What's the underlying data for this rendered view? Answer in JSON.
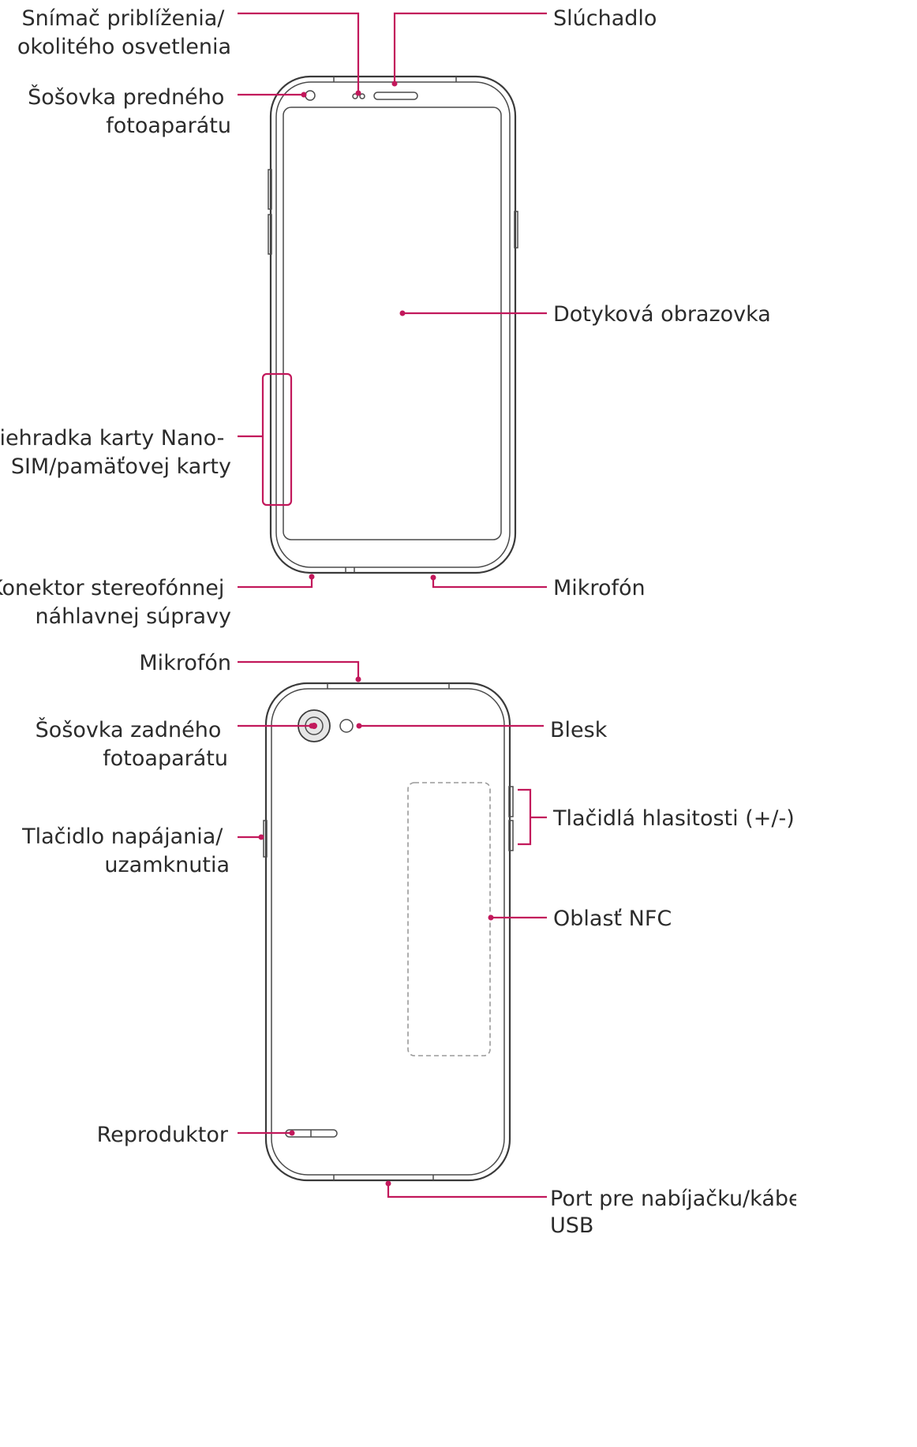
{
  "accent_color": "#c2185b",
  "front_view": {
    "proximity_sensor": [
      "Snímač priblíženia/",
      "okolitého osvetlenia"
    ],
    "front_camera": [
      "Šošovka predného",
      "fotoaparátu"
    ],
    "earpiece": "Slúchadlo",
    "touchscreen": "Dotyková obrazovka",
    "sim_tray": [
      "Priehradka karty Nano-",
      "SIM/pamäťovej karty"
    ],
    "headset_jack": [
      "Konektor stereofónnej",
      "náhlavnej súpravy"
    ],
    "microphone": "Mikrofón"
  },
  "back_view": {
    "microphone": "Mikrofón",
    "rear_camera": [
      "Šošovka zadného",
      "fotoaparátu"
    ],
    "flash": "Blesk",
    "volume_keys": "Tlačidlá hlasitosti (+/-)",
    "power_key": [
      "Tlačidlo napájania/",
      "uzamknutia"
    ],
    "nfc_area": "Oblasť NFC",
    "speaker": "Reproduktor",
    "charger_port": [
      "Port pre nabíjačku/kábel",
      "USB"
    ]
  }
}
